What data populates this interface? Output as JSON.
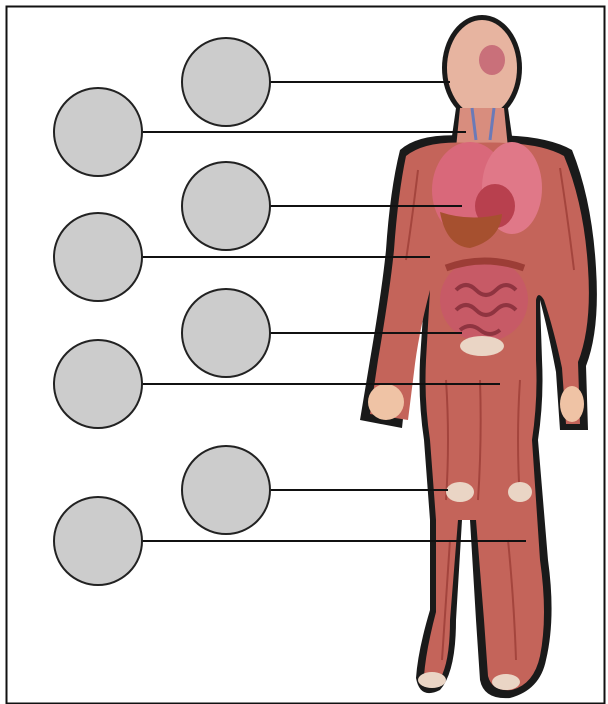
{
  "diagram": {
    "frame_color": "#111111",
    "circle_fill": "#cccccc",
    "circle_stroke": "#222222",
    "leader_color": "#111111",
    "figure": {
      "outline_color": "#1a1a1a",
      "skin_color": "#efc3a5",
      "muscle_color": "#c4645a",
      "muscle_dark": "#9c3d36",
      "organ_color": "#d9687a",
      "liver_color": "#a6502f",
      "intestine_color": "#c75a66",
      "tendon_color": "#ead5c5"
    },
    "labels": [
      {
        "id": "head",
        "text": ""
      },
      {
        "id": "neck",
        "text": ""
      },
      {
        "id": "chest",
        "text": ""
      },
      {
        "id": "arm",
        "text": ""
      },
      {
        "id": "abdomen",
        "text": ""
      },
      {
        "id": "thigh",
        "text": ""
      },
      {
        "id": "knee",
        "text": ""
      },
      {
        "id": "shin",
        "text": ""
      }
    ]
  }
}
